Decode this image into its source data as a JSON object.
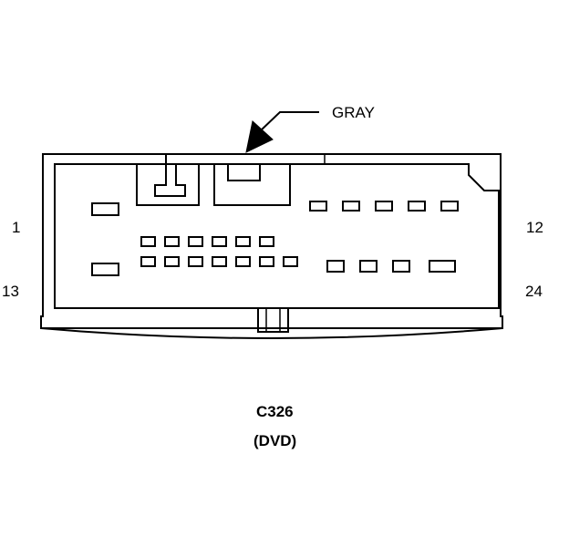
{
  "callout": {
    "color_label": "GRAY"
  },
  "pins": {
    "top_left": "1",
    "top_right": "12",
    "bottom_left": "13",
    "bottom_right": "24"
  },
  "connector": {
    "id": "C326",
    "description": "(DVD)"
  }
}
